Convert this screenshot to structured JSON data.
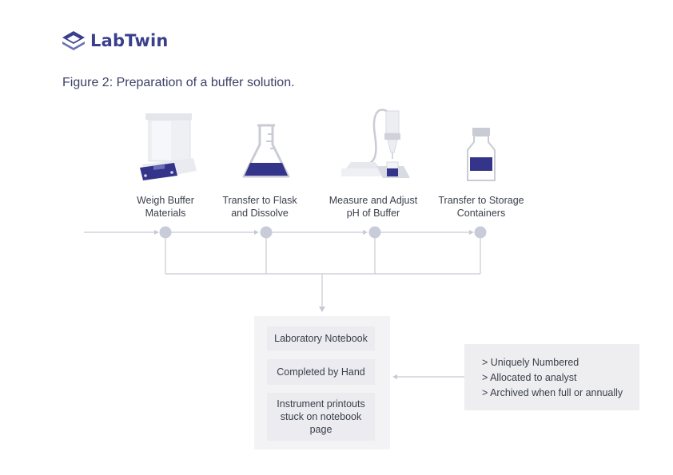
{
  "brand": {
    "name": "LabTwin",
    "logo_icon": "stacked-layers-icon",
    "color": "#3a3f8c"
  },
  "figure": {
    "title": "Figure 2: Preparation of a buffer solution."
  },
  "steps": [
    {
      "label_line1": "Weigh Buffer",
      "label_line2": "Materials",
      "icon": "analytical-balance-icon"
    },
    {
      "label_line1": "Transfer to Flask",
      "label_line2": "and Dissolve",
      "icon": "erlenmeyer-flask-icon"
    },
    {
      "label_line1": "Measure and Adjust",
      "label_line2": "pH of Buffer",
      "icon": "ph-meter-icon"
    },
    {
      "label_line1": "Transfer to Storage",
      "label_line2": "Containers",
      "icon": "storage-bottle-icon"
    }
  ],
  "notebook": {
    "items": [
      {
        "text": "Laboratory Notebook"
      },
      {
        "text": "Completed by Hand"
      },
      {
        "line1": "Instrument printouts",
        "line2": "stuck on notebook",
        "line3": "page"
      }
    ]
  },
  "properties": {
    "items": [
      "> Uniquely Numbered",
      "> Allocated to analyst",
      "> Archived when full or annually"
    ]
  },
  "colors": {
    "accent": "#34348a",
    "node": "#c9ccd8",
    "line": "#c7cad3",
    "panel": "#f3f3f6"
  }
}
